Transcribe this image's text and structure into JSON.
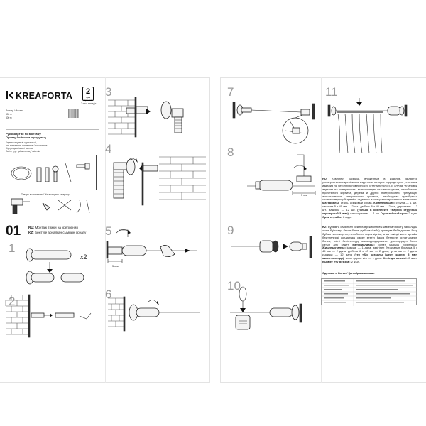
{
  "brand": {
    "name": "KREAFORTA"
  },
  "warranty": {
    "years": "2",
    "label": "года гарантии",
    "caption": "2 жыл кепілдік"
  },
  "header_info": {
    "line1": "Размер / Өлшемі",
    "line2": "400 м",
    "line3": "400 м"
  },
  "title": {
    "ru": "Руководство по монтажу",
    "kz": "Орнату бойынша нұсқаулық"
  },
  "intro": {
    "line1": "Карниз струнный одинарный,",
    "line2": "тип крепления: настенное / потолочное",
    "line3": "Бір қатарлы ішекті карниз,",
    "line4": "бекіту түрі: қабырғалық / төбелік"
  },
  "kit_caption": "Товары в комплекте / Жиынтықтағы тауарлар",
  "step01": {
    "num": "01",
    "ru_prefix": "RU:",
    "ru": "Монтаж тяжки на крепления",
    "kz_prefix": "KZ:",
    "kz": "Бекітуге арналған сымның орнату"
  },
  "steps": [
    "1",
    "2",
    "3",
    "4",
    "5",
    "6",
    "7",
    "8",
    "9",
    "10",
    "11"
  ],
  "labels": {
    "x2": "x2",
    "mm5": "5 мм",
    "mm5b": "5 мм"
  },
  "ru_block": {
    "prefix": "RU:",
    "text": "Комплект карниза, вложенный в изделие, является универсальным крепёжным изделием, которое подходит для установки изделия на бетонную поверхность (стена/потолок). В случае установки изделия на поверхность, выполненную из гипсокартона, пенобетона, пустотелого кирпича, дерева и других поверхностей, требующих использования специального крепежа, необходимо приобрести соответствующий крепёж отдельно в специализированных магазинах."
  },
  "materials_ru": {
    "prefix": "Материалы:",
    "text": "сталь, цинковый сплав.",
    "kit_prefix": "Комплектация:",
    "kit": "струна — 1 шт., саморез 5 х 45 мм — 2 шт., дюбель 6 х 40 мм — 2 шт., держатель — 2 шт., зажимы — 12 шт.",
    "note": "(только в комплекте «Карниз струнный одинарный 3 мм»),",
    "extra": "шестигранник — 1 шт.",
    "warranty_prefix": "Гарантийный срок:",
    "warranty": "2 года.",
    "life_prefix": "Срок службы:",
    "life": "2 года."
  },
  "kz_block": {
    "prefix": "KZ:",
    "text": "Бұйымға салынған бекітпелер жиынтығы әмбебап бекіту табылады және бұйымды бетон бетке (қабырға/төбе) орнатуға бейімделген. Егер бұйым гипсокартон, пенобетон, кеуек кірпіш, ағаш секілді және арнайы бекітпелерді қолдануды қажет ететін басқа беттерге орнатылатын болса, тиісті бекітпелерді мамандандырылған дүкендерден бөлек сатып алу қажет."
  },
  "materials_kz": {
    "prefix": "Материалдары:",
    "text": "болат, мырыш қорытпасы.",
    "kit_prefix": "Жиынтықталуы:",
    "kit": "ішекше — 1 дана, өздігінен бұралатын бұранда 5 х 45 мм — 2 дана, дюбель 6 х 40 мм — 2 дана, ұстағыш — 2 дана, қысқыш — 12 дана",
    "note": "(тек «Бір қатарлы ішекті карниз 3 мм» жиынтығында),",
    "extra": "алты қырлы кілт — 1 дана.",
    "warranty_prefix": "Кепілдік мерзімі:",
    "warranty": "2 жыл.",
    "life_prefix": "Қызмет ету мерзімі:",
    "life": "2 жыл."
  },
  "made_in": "Сделано в Китае / Қытайда жасалған"
}
